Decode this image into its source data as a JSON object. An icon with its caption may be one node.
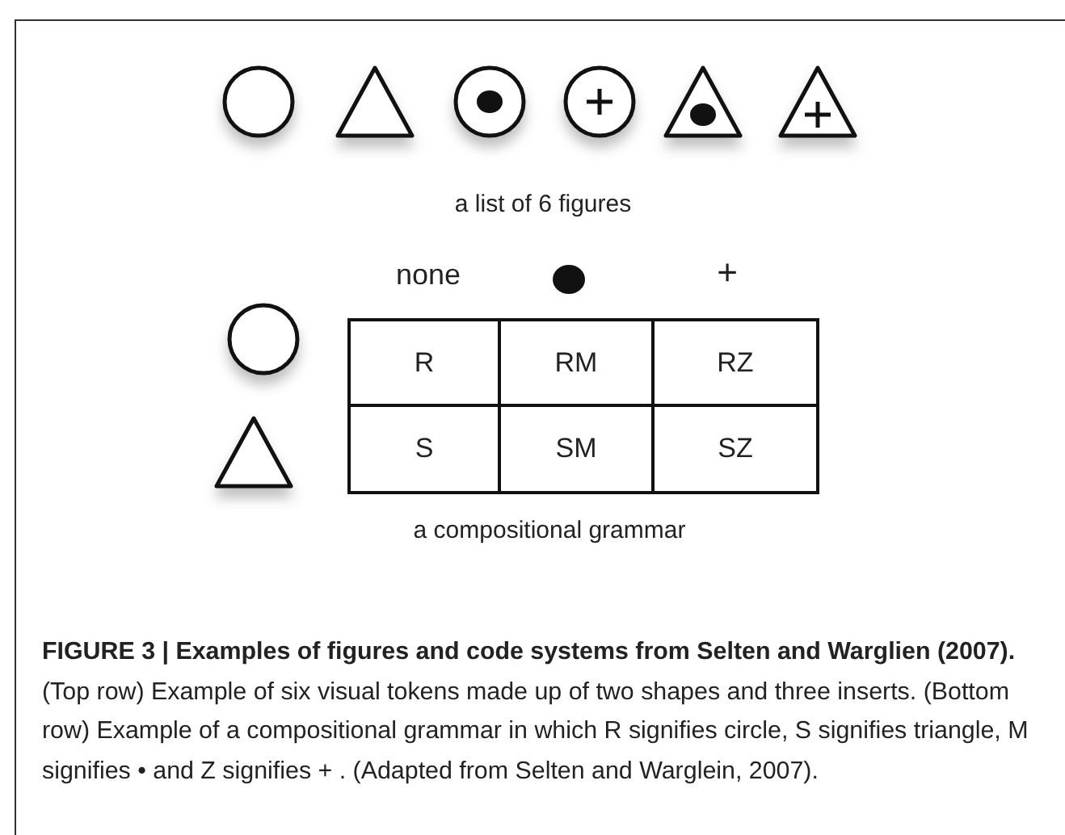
{
  "diagram": {
    "caption": "**FIGURE 3 | Examples of figures and code systems from Selten and Warglien (2007).** (Top row) Example of six visual tokens made up of two shapes and three inserts. (Bottom row) Example of a compositional grammar in which R signifies circle, S signifies triangle, M signifies • and Z signifies + . (Adapted from Selten and Warglein, 2007).",
    "labels": [
      "a list of 6 figures",
      "none",
      "+",
      "R",
      "RM",
      "RZ",
      "S",
      "SM",
      "SZ",
      "a compositional grammar"
    ]
  }
}
